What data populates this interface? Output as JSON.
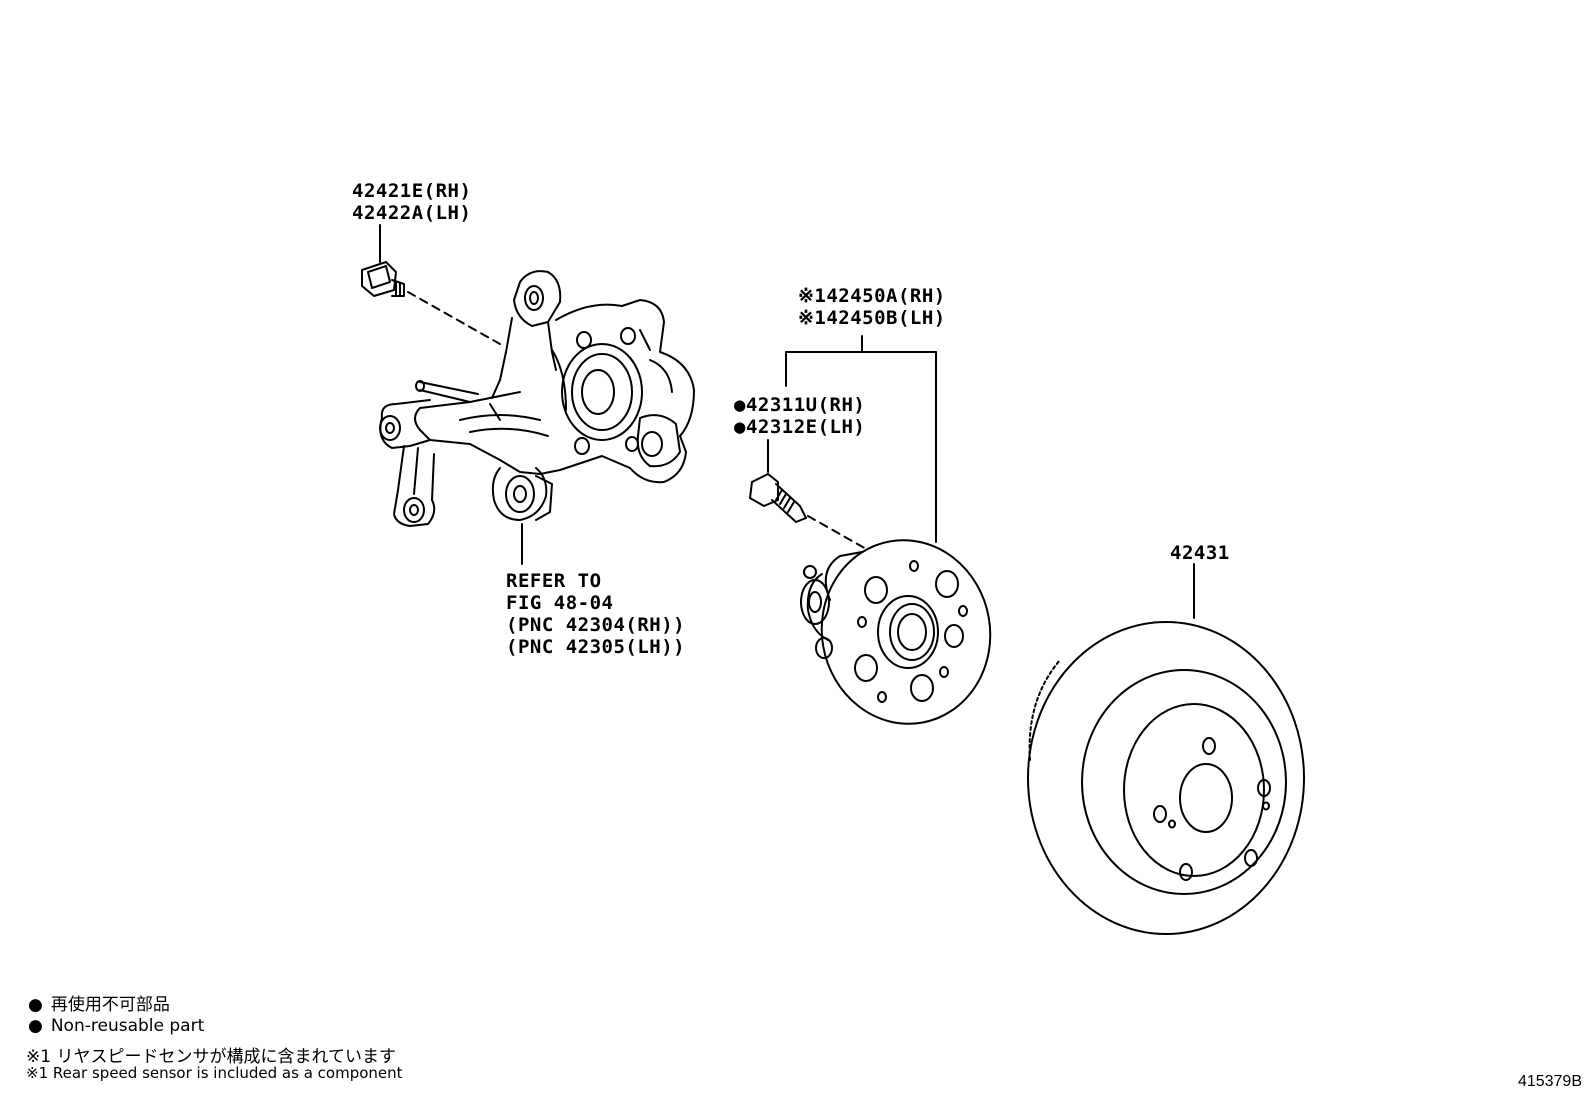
{
  "callouts": {
    "bolt_knuckle": {
      "line1": "42421E(RH)",
      "line2": "42422A(LH)"
    },
    "hub_assembly": {
      "line1": "※142450A(RH)",
      "line2": "※142450B(LH)"
    },
    "hub_bolt": {
      "line1": "●42311U(RH)",
      "line2": "●42312E(LH)"
    },
    "disc": {
      "label": "42431"
    },
    "refer": {
      "line1": "REFER TO",
      "line2": "FIG 48-04",
      "line3": "(PNC 42304(RH))",
      "line4": "(PNC 42305(LH))"
    }
  },
  "legend": {
    "non_reusable_jp": "再使用不可部品",
    "non_reusable_en": "Non-reusable part",
    "note1_jp": "※1 リヤスピードセンサが構成に含まれています",
    "note1_en": "※1 Rear speed sensor is included as a component",
    "bullet": "●"
  },
  "figure_number": "415379B"
}
